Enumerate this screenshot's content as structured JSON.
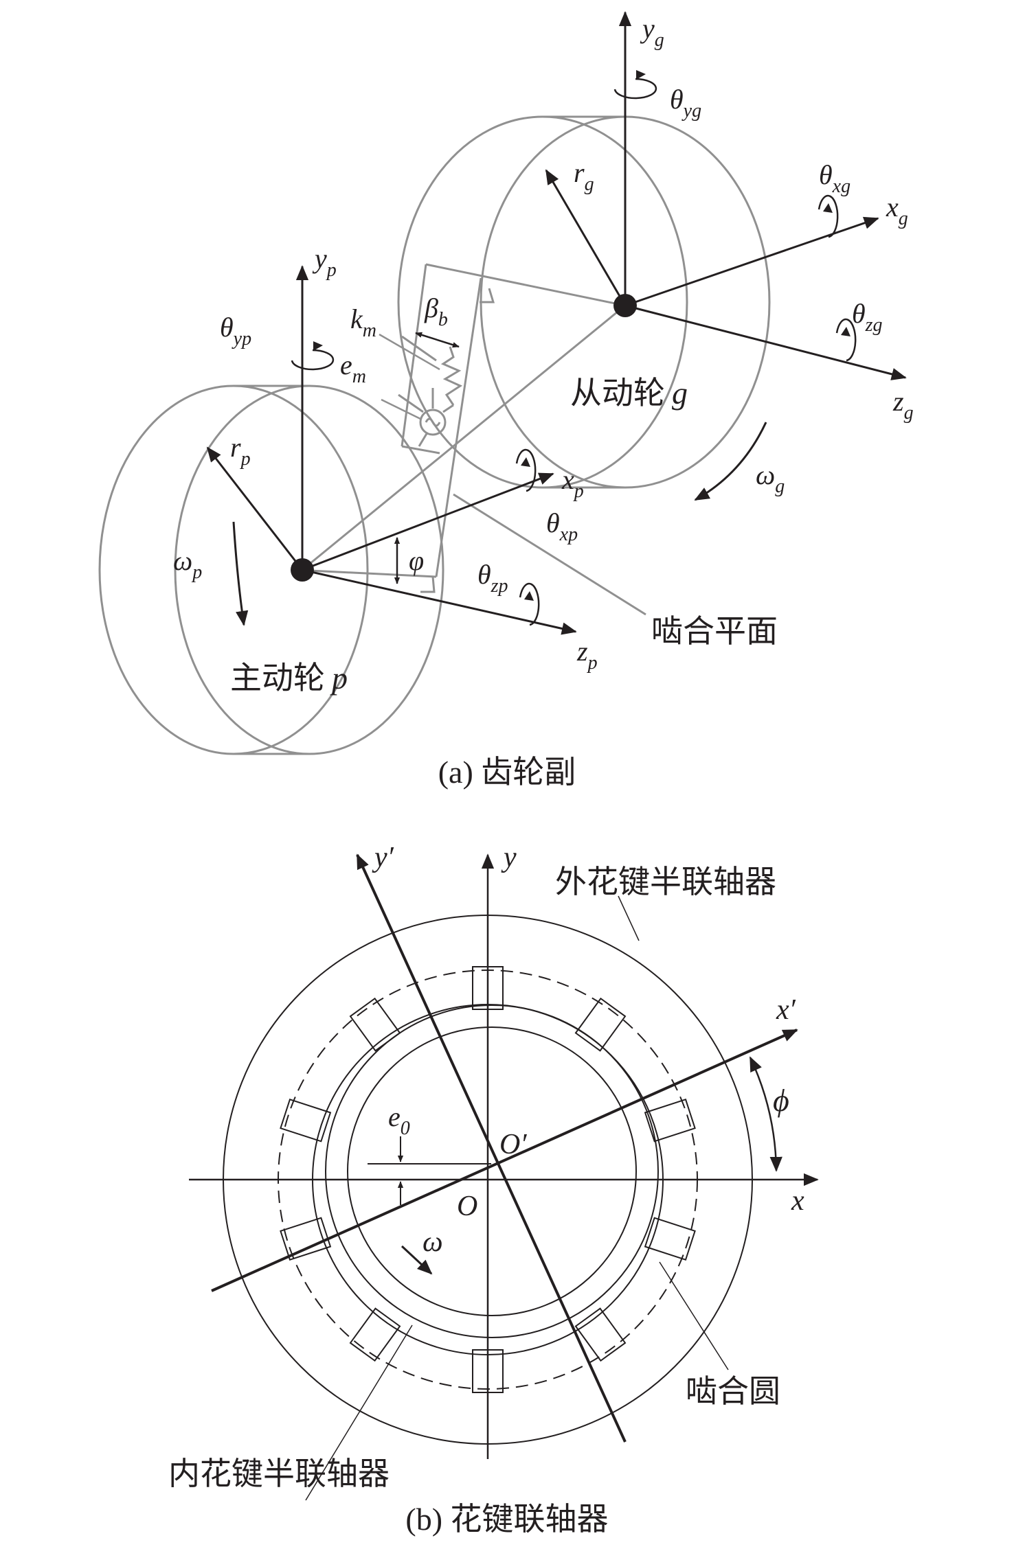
{
  "panel_a": {
    "caption": "(a) 齿轮副",
    "labels": {
      "yg": "y",
      "yg_sub": "g",
      "theta_yg": "θ",
      "theta_yg_sub": "yg",
      "rg": "r",
      "rg_sub": "g",
      "theta_xg": "θ",
      "theta_xg_sub": "xg",
      "xg": "x",
      "xg_sub": "g",
      "theta_zg": "θ",
      "theta_zg_sub": "zg",
      "zg": "z",
      "zg_sub": "g",
      "driven_wheel": "从动轮",
      "driven_wheel_sym": "g",
      "omega_g": "ω",
      "omega_g_sub": "g",
      "yp": "y",
      "yp_sub": "p",
      "theta_yp": "θ",
      "theta_yp_sub": "yp",
      "km": "k",
      "km_sub": "m",
      "beta_b": "β",
      "beta_b_sub": "b",
      "em": "e",
      "em_sub": "m",
      "rp": "r",
      "rp_sub": "p",
      "omega_p": "ω",
      "omega_p_sub": "p",
      "xp": "x",
      "xp_sub": "p",
      "theta_xp": "θ",
      "theta_xp_sub": "xp",
      "phi": "φ",
      "theta_zp": "θ",
      "theta_zp_sub": "zp",
      "zp": "z",
      "zp_sub": "p",
      "mesh_plane": "啮合平面",
      "driving_wheel": "主动轮",
      "driving_wheel_sym": "p"
    }
  },
  "panel_b": {
    "caption": "(b) 花键联轴器",
    "labels": {
      "y_prime": "y′",
      "y": "y",
      "outer_spline": "外花键半联轴器",
      "x_prime": "x′",
      "phi": "ϕ",
      "e0": "e",
      "e0_sub": "0",
      "O_prime": "O′",
      "x": "x",
      "O": "O",
      "omega": "ω",
      "mesh_circle": "啮合圆",
      "inner_spline": "内花键半联轴器"
    }
  }
}
